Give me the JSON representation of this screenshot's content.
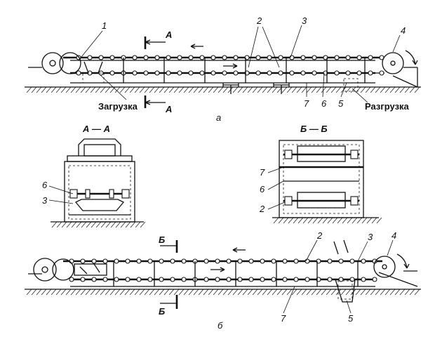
{
  "view_a": {
    "caption": "а",
    "section_mark": "А",
    "callouts": [
      "1",
      "2",
      "3",
      "4",
      "5",
      "6",
      "7"
    ],
    "loading_label": "Загрузка",
    "unloading_label": "Разгрузка"
  },
  "section_aa": {
    "title": "А — А",
    "callouts": [
      "6",
      "3"
    ]
  },
  "section_bb": {
    "title": "Б — Б",
    "callouts": [
      "7",
      "6",
      "2"
    ]
  },
  "view_b": {
    "caption": "б",
    "section_mark": "Б",
    "callouts": [
      "2",
      "3",
      "4",
      "5",
      "7"
    ]
  }
}
